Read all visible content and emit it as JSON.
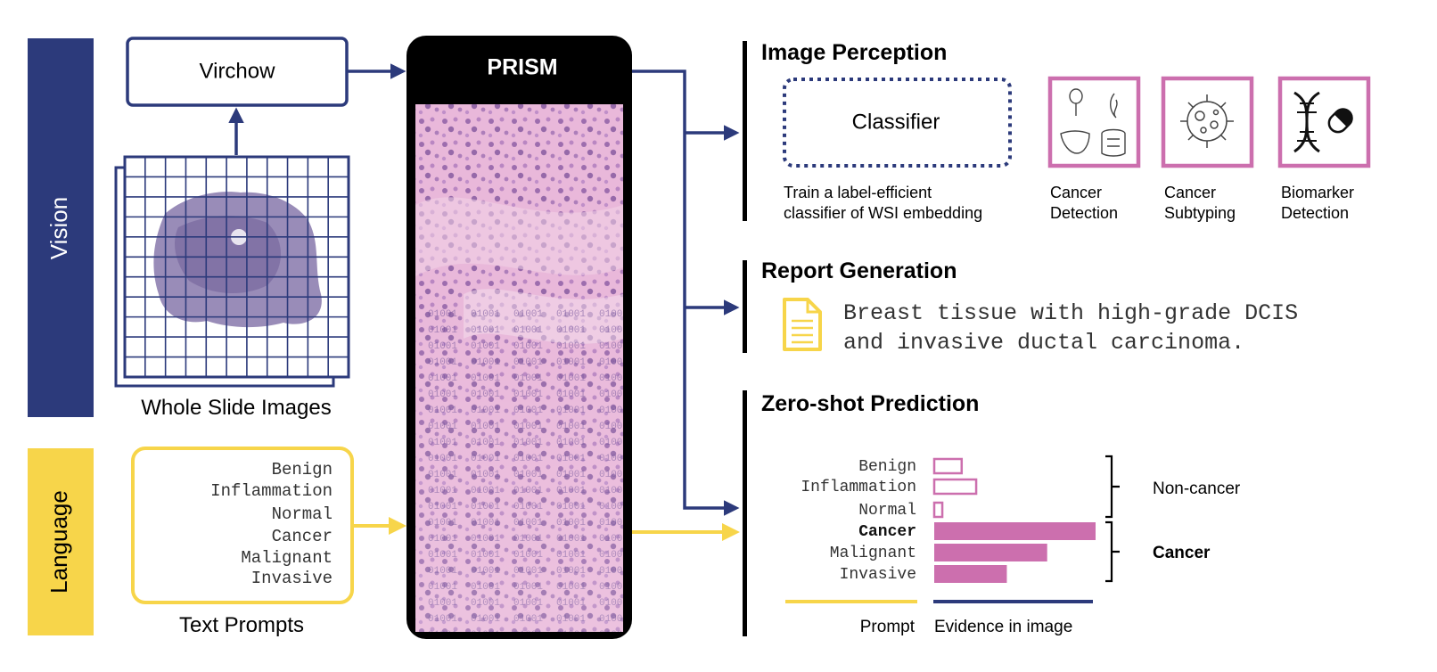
{
  "sidebar": {
    "vision_label": "Vision",
    "language_label": "Language",
    "vision_color": "#2c3a7b",
    "language_color": "#f7d54a"
  },
  "left": {
    "virchow_label": "Virchow",
    "wsi_caption": "Whole Slide Images",
    "prompts": [
      "Benign",
      "Inflammation",
      "Normal",
      "Cancer",
      "Malignant",
      "Invasive"
    ],
    "prompts_caption": "Text Prompts"
  },
  "center": {
    "prism_label": "PRISM"
  },
  "image_perception": {
    "title": "Image Perception",
    "classifier_label": "Classifier",
    "classifier_desc_line1": "Train a label-efficient",
    "classifier_desc_line2": "classifier of WSI embedding",
    "tasks": [
      {
        "line1": "Cancer",
        "line2": "Detection",
        "icon": "organs-icon"
      },
      {
        "line1": "Cancer",
        "line2": "Subtyping",
        "icon": "cell-icon"
      },
      {
        "line1": "Biomarker",
        "line2": "Detection",
        "icon": "dna-pill-icon"
      }
    ]
  },
  "report_generation": {
    "title": "Report Generation",
    "report_line1": "Breast tissue with high-grade DCIS",
    "report_line2": "and invasive ductal carcinoma."
  },
  "zero_shot": {
    "title": "Zero-shot Prediction",
    "group_non_cancer": "Non-cancer",
    "group_cancer": "Cancer",
    "prompt_legend": "Prompt",
    "evidence_legend": "Evidence in image"
  },
  "chart_data": {
    "type": "bar",
    "orientation": "horizontal",
    "categories": [
      "Benign",
      "Inflammation",
      "Normal",
      "Cancer",
      "Malignant",
      "Invasive"
    ],
    "values": [
      0.17,
      0.26,
      0.05,
      1.0,
      0.7,
      0.45
    ],
    "filled": [
      false,
      false,
      false,
      true,
      true,
      true
    ],
    "color": "#cc6fae",
    "xlim": [
      0,
      1
    ]
  },
  "colors": {
    "navy": "#2c3a7b",
    "yellow": "#f7d54a",
    "pink": "#cc6fae",
    "black": "#000000"
  }
}
